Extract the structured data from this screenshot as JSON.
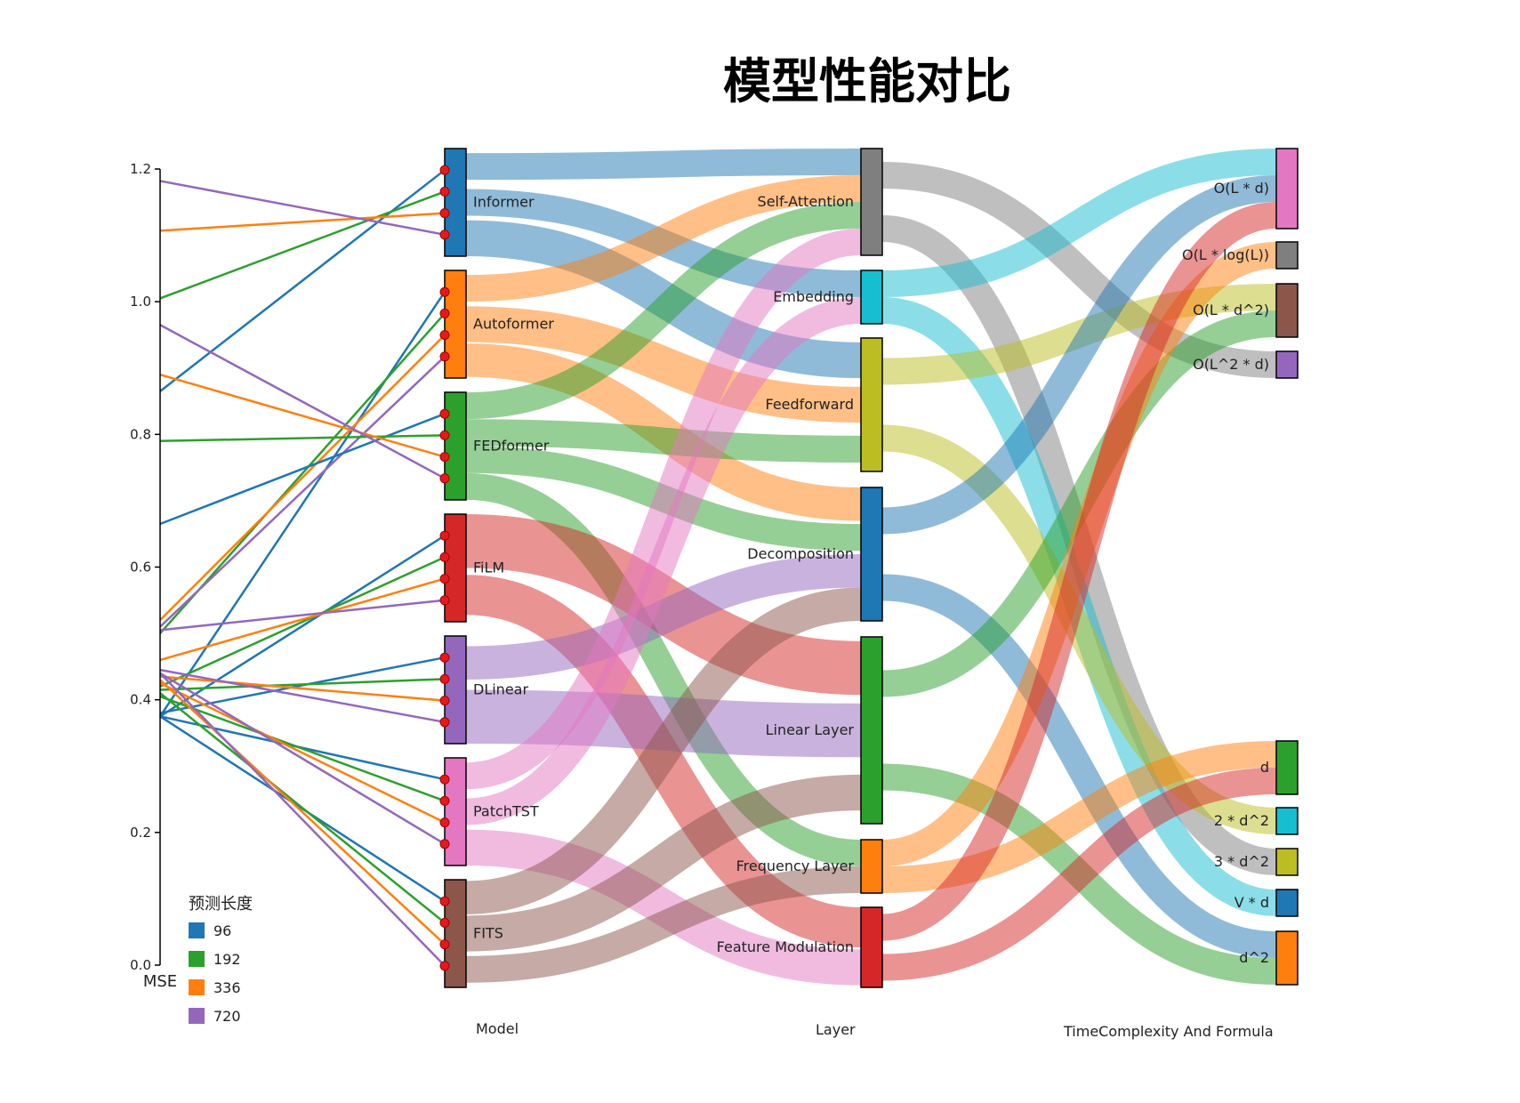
{
  "title": "模型性能对比",
  "chart_data": {
    "type": "sankey",
    "axis": {
      "label": "MSE",
      "ylim": [
        0.0,
        1.2
      ],
      "ticks": [
        "0.0",
        "0.2",
        "0.4",
        "0.6",
        "0.8",
        "1.0",
        "1.2"
      ]
    },
    "columns": [
      "Model",
      "Layer",
      "TimeComplexity And Formula"
    ],
    "legend": {
      "title": "预测长度",
      "items": [
        {
          "label": "96",
          "color": "#1f77b4"
        },
        {
          "label": "192",
          "color": "#2ca02c"
        },
        {
          "label": "336",
          "color": "#ff7f0e"
        },
        {
          "label": "720",
          "color": "#9467bd"
        }
      ]
    },
    "models": [
      {
        "name": "Informer",
        "color": "#1f77b4"
      },
      {
        "name": "Autoformer",
        "color": "#ff7f0e"
      },
      {
        "name": "FEDformer",
        "color": "#2ca02c"
      },
      {
        "name": "FiLM",
        "color": "#d62728"
      },
      {
        "name": "DLinear",
        "color": "#9467bd"
      },
      {
        "name": "PatchTST",
        "color": "#e377c2"
      },
      {
        "name": "FITS",
        "color": "#8c564b"
      }
    ],
    "layers": [
      {
        "name": "Self-Attention",
        "color": "#7f7f7f"
      },
      {
        "name": "Embedding",
        "color": "#17becf"
      },
      {
        "name": "Feedforward",
        "color": "#bcbd22"
      },
      {
        "name": "Decomposition",
        "color": "#1f77b4"
      },
      {
        "name": "Linear Layer",
        "color": "#2ca02c"
      },
      {
        "name": "Frequency Layer",
        "color": "#ff7f0e"
      },
      {
        "name": "Feature Modulation",
        "color": "#d62728"
      }
    ],
    "complexities": [
      {
        "name": "O(L * d)",
        "color": "#e377c2"
      },
      {
        "name": "O(L * log(L))",
        "color": "#7f7f7f"
      },
      {
        "name": "O(L * d^2)",
        "color": "#8c564b"
      },
      {
        "name": "O(L^2 * d)",
        "color": "#9467bd"
      },
      {
        "name": "d",
        "color": "#2ca02c"
      },
      {
        "name": "2 * d^2",
        "color": "#17becf"
      },
      {
        "name": "3 * d^2",
        "color": "#bcbd22"
      },
      {
        "name": "V * d",
        "color": "#1f77b4"
      },
      {
        "name": "d^2",
        "color": "#ff7f0e"
      }
    ],
    "model_layer_links": [
      [
        "Informer",
        "Self-Attention"
      ],
      [
        "Informer",
        "Embedding"
      ],
      [
        "Informer",
        "Feedforward"
      ],
      [
        "Autoformer",
        "Self-Attention"
      ],
      [
        "Autoformer",
        "Feedforward"
      ],
      [
        "Autoformer",
        "Decomposition"
      ],
      [
        "FEDformer",
        "Self-Attention"
      ],
      [
        "FEDformer",
        "Feedforward"
      ],
      [
        "FEDformer",
        "Decomposition"
      ],
      [
        "FEDformer",
        "Frequency Layer"
      ],
      [
        "FiLM",
        "Linear Layer"
      ],
      [
        "FiLM",
        "Feature Modulation"
      ],
      [
        "DLinear",
        "Decomposition"
      ],
      [
        "DLinear",
        "Linear Layer"
      ],
      [
        "PatchTST",
        "Self-Attention"
      ],
      [
        "PatchTST",
        "Embedding"
      ],
      [
        "PatchTST",
        "Feature Modulation"
      ],
      [
        "FITS",
        "Linear Layer"
      ],
      [
        "FITS",
        "Decomposition"
      ],
      [
        "FITS",
        "Frequency Layer"
      ]
    ],
    "layer_complexity_links": [
      [
        "Self-Attention",
        "O(L^2 * d)"
      ],
      [
        "Self-Attention",
        "3 * d^2"
      ],
      [
        "Embedding",
        "O(L * d)"
      ],
      [
        "Embedding",
        "V * d"
      ],
      [
        "Feedforward",
        "O(L * d^2)"
      ],
      [
        "Feedforward",
        "2 * d^2"
      ],
      [
        "Decomposition",
        "O(L * d)"
      ],
      [
        "Decomposition",
        "d^2"
      ],
      [
        "Linear Layer",
        "O(L * d^2)"
      ],
      [
        "Linear Layer",
        "d^2"
      ],
      [
        "Frequency Layer",
        "O(L * log(L))"
      ],
      [
        "Frequency Layer",
        "d"
      ],
      [
        "Feature Modulation",
        "O(L * d)"
      ],
      [
        "Feature Modulation",
        "d"
      ]
    ],
    "mse": [
      {
        "model": "Informer",
        "values": {
          "96": 0.865,
          "192": 1.005,
          "336": 1.107,
          "720": 1.182
        }
      },
      {
        "model": "Autoformer",
        "values": {
          "96": 0.375,
          "192": 0.5,
          "336": 0.52,
          "720": 0.51
        }
      },
      {
        "model": "FEDformer",
        "values": {
          "96": 0.665,
          "192": 0.79,
          "336": 0.89,
          "720": 0.965
        }
      },
      {
        "model": "FiLM",
        "values": {
          "96": 0.375,
          "192": 0.42,
          "336": 0.46,
          "720": 0.505
        }
      },
      {
        "model": "DLinear",
        "values": {
          "96": 0.38,
          "192": 0.415,
          "336": 0.435,
          "720": 0.445
        }
      },
      {
        "model": "PatchTST",
        "values": {
          "96": 0.375,
          "192": 0.405,
          "336": 0.425,
          "720": 0.44
        }
      },
      {
        "model": "FITS",
        "values": {
          "96": 0.375,
          "192": 0.41,
          "336": 0.43,
          "720": 0.44
        }
      }
    ]
  }
}
